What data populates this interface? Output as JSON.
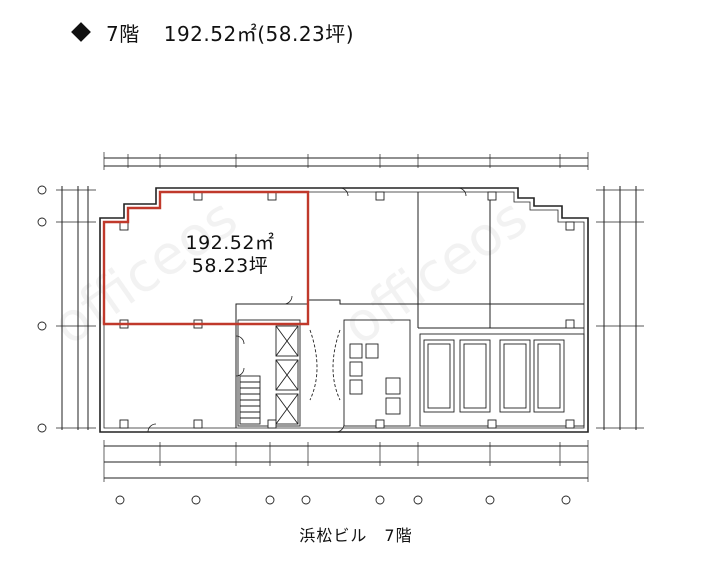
{
  "header": {
    "floor": "7階",
    "area": "192.52㎡(58.23坪)"
  },
  "highlight": {
    "area_sqm": "192.52㎡",
    "area_tsubo": "58.23坪",
    "color": "#c0392b"
  },
  "caption": "浜松ビル　7階",
  "watermark": "officeos"
}
